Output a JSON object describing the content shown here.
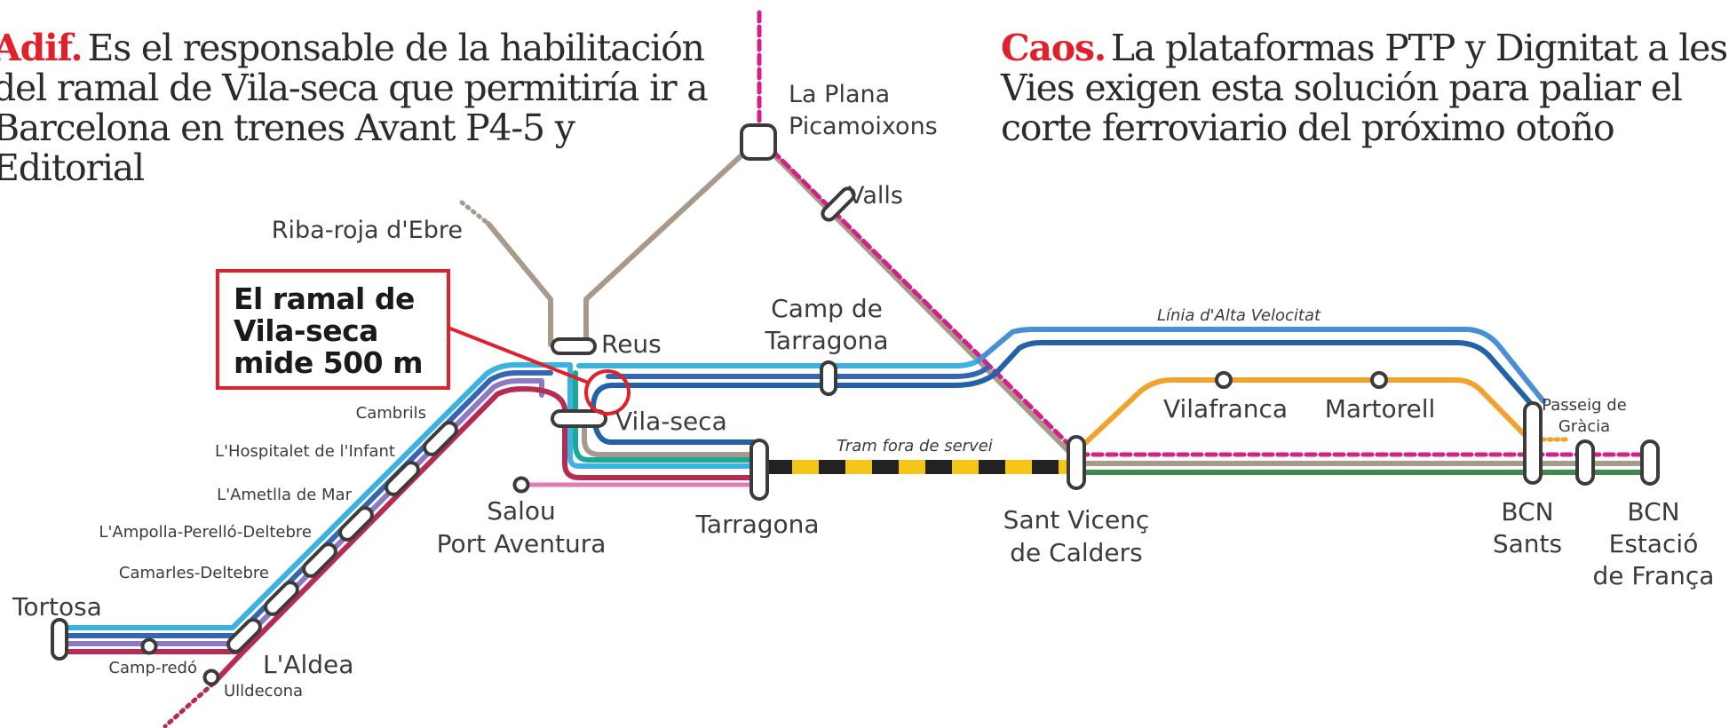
{
  "headline_left": {
    "lead": "Adif.",
    "text": "Es el responsable de la habilitación del ramal de Vila-seca que permitiría ir a Barcelona en trenes Avant P4-5 y Editorial"
  },
  "headline_right": {
    "lead": "Caos.",
    "text": "La plataformas PTP y Dignitat a les Vies exigen esta solución para paliar el corte ferroviario del próximo otoño"
  },
  "callout": {
    "line1": "El ramal de",
    "line2": "Vila-seca",
    "line3": "mide 500 m"
  },
  "stations": {
    "la_plana_1": "La Plana",
    "la_plana_2": "Picamoixons",
    "valls": "Valls",
    "riba_roja": "Riba-roja d'Ebre",
    "reus": "Reus",
    "camp_tarragona_1": "Camp de",
    "camp_tarragona_2": "Tarragona",
    "vila_seca": "Vila-seca",
    "cambrils": "Cambrils",
    "hospitalet": "L'Hospitalet de l'Infant",
    "ametlla": "L'Ametlla de Mar",
    "ampolla": "L'Ampolla-Perelló-Deltebre",
    "camarles": "Camarles-Deltebre",
    "tortosa": "Tortosa",
    "camp_redo": "Camp-redó",
    "aldea": "L'Aldea",
    "ulldecona": "Ulldecona",
    "salou_1": "Salou",
    "salou_2": "Port Aventura",
    "tarragona": "Tarragona",
    "sant_vicenc_1": "Sant Vicenç",
    "sant_vicenc_2": "de Calders",
    "vilafranca": "Vilafranca",
    "martorell": "Martorell",
    "passeig_1": "Passeig de",
    "passeig_2": "Gràcia",
    "sants_1": "BCN",
    "sants_2": "Sants",
    "franca_1": "BCN",
    "franca_2": "Estació",
    "franca_3": "de França"
  },
  "labels": {
    "hsl": "Línia d'Alta Velocitat",
    "out_of_service": "Tram fora de servei"
  },
  "colors": {
    "accent_red": "#e0202a",
    "line_cyan": "#3bb3e0",
    "line_blue": "#3566b6",
    "line_purple": "#8d7ac3",
    "line_crimson": "#b72b53",
    "line_teal": "#18a99a",
    "line_gray": "#a8998a",
    "line_pink": "#e07ab8",
    "line_magenta": "#d4208a",
    "line_orange": "#f2a12a",
    "line_green": "#3e8a4d",
    "line_navy": "#2361a8",
    "closed_yellow": "#f5c518",
    "closed_black": "#222222"
  },
  "icons": {
    "station": "station-circle-icon",
    "interchange": "interchange-capsule-icon",
    "highlight": "ramal-highlight-circle-icon"
  }
}
